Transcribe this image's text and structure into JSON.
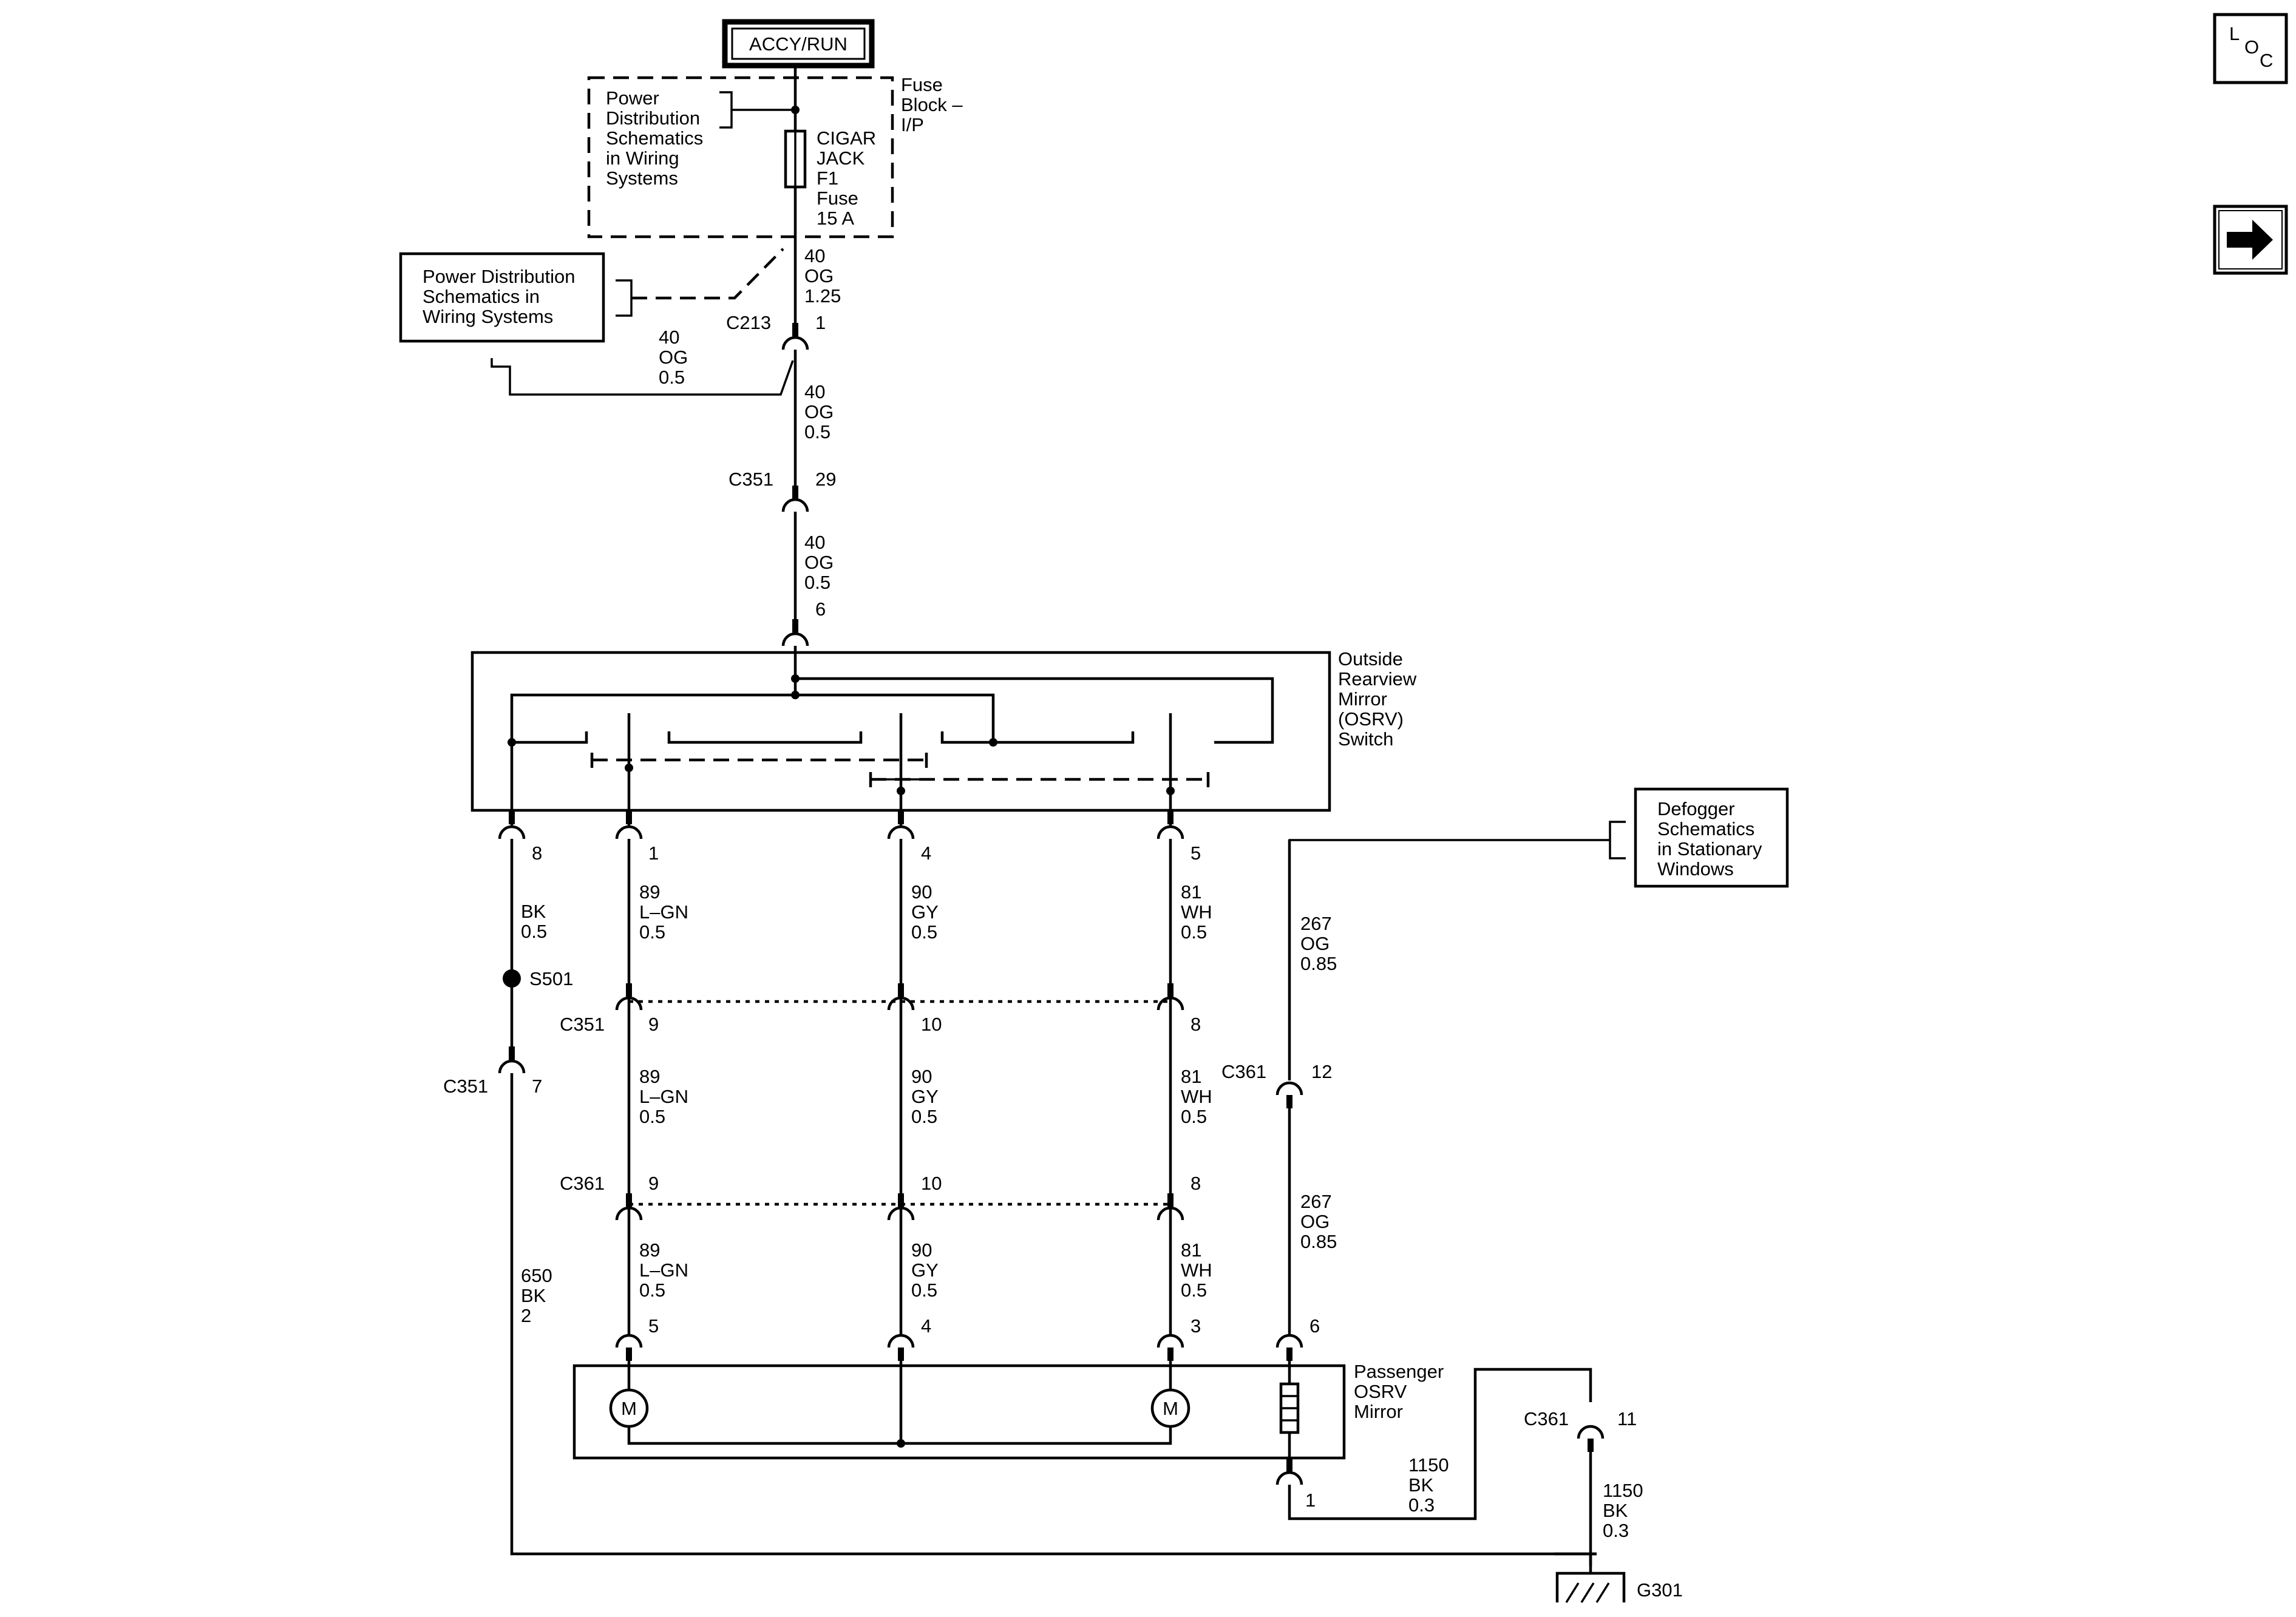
{
  "power": {
    "source_label": "ACCY/RUN"
  },
  "fuse_block": {
    "note_lines": [
      "Power",
      "Distribution",
      "Schematics",
      "in Wiring",
      "Systems"
    ],
    "block_lines": [
      "Fuse",
      "Block –",
      "I/P"
    ],
    "fuse_lines": [
      "CIGAR",
      "JACK",
      "F1",
      "Fuse",
      "15 A"
    ]
  },
  "power_ref": {
    "lines": [
      "Power Distribution",
      "Schematics in",
      "Wiring Systems"
    ]
  },
  "circuits": {
    "fuse_out": [
      "40",
      "OG",
      "1.25"
    ],
    "branch": [
      "40",
      "OG",
      "0.5"
    ],
    "to_c351": [
      "40",
      "OG",
      "0.5"
    ],
    "to_switch": [
      "40",
      "OG",
      "0.5"
    ],
    "ground_sw": [
      "BK",
      "0.5"
    ],
    "lgn_a": [
      "89",
      "L–GN",
      "0.5"
    ],
    "gy_a": [
      "90",
      "GY",
      "0.5"
    ],
    "wh_a": [
      "81",
      "WH",
      "0.5"
    ],
    "lgn_b": [
      "89",
      "L–GN",
      "0.5"
    ],
    "gy_b": [
      "90",
      "GY",
      "0.5"
    ],
    "wh_b": [
      "81",
      "WH",
      "0.5"
    ],
    "lgn_c": [
      "89",
      "L–GN",
      "0.5"
    ],
    "gy_c": [
      "90",
      "GY",
      "0.5"
    ],
    "wh_c": [
      "81",
      "WH",
      "0.5"
    ],
    "ground_main": [
      "650",
      "BK",
      "2"
    ],
    "defog_a": [
      "267",
      "OG",
      "0.85"
    ],
    "defog_b": [
      "267",
      "OG",
      "0.85"
    ],
    "heater_gnd": [
      "1150",
      "BK",
      "0.3"
    ],
    "c361_gnd": [
      "1150",
      "BK",
      "0.3"
    ]
  },
  "connectors": {
    "c213": {
      "name": "C213",
      "pin": "1"
    },
    "c351_top": {
      "name": "C351",
      "pin": "29"
    },
    "switch_in": {
      "pin": "6"
    },
    "switch_out": [
      "8",
      "1",
      "4",
      "5"
    ],
    "c351_mid": {
      "name": "C351",
      "pins": [
        "9",
        "10",
        "8"
      ]
    },
    "c351_gnd": {
      "name": "C351",
      "pin": "7"
    },
    "c361_mid": {
      "name": "C361",
      "pins": [
        "9",
        "10",
        "8"
      ]
    },
    "c361_defog": {
      "name": "C361",
      "pin": "12"
    },
    "mirror_in": [
      "5",
      "4",
      "3",
      "6"
    ],
    "mirror_gnd": {
      "pin": "1"
    },
    "c361_gnd": {
      "name": "C361",
      "pin": "11"
    }
  },
  "splice": {
    "name": "S501"
  },
  "ground": {
    "name": "G301"
  },
  "components": {
    "switch": {
      "lines": [
        "Outside",
        "Rearview",
        "Mirror",
        "(OSRV)",
        "Switch"
      ]
    },
    "mirror": {
      "lines": [
        "Passenger",
        "OSRV",
        "Mirror"
      ]
    },
    "motor_symbol": "M",
    "defog_ref": {
      "lines": [
        "Defogger",
        "Schematics",
        "in Stationary",
        "Windows"
      ]
    }
  },
  "nav": {
    "loc": {
      "l": "L",
      "o": "O",
      "c": "C"
    },
    "next_arrow": "arrow-right-icon"
  }
}
